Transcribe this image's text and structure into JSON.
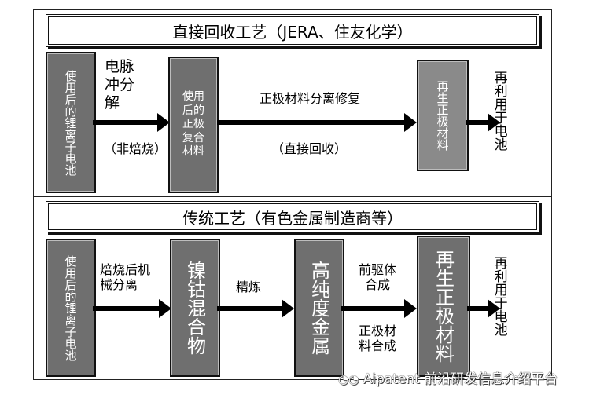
{
  "top": {
    "title": "直接回收工艺（JERA、住友化学）",
    "box_battery": "使用后的锂离子电池",
    "step1": "电脉\n冲分\n解",
    "step1_note": "（非焙烧）",
    "box_composite": "使用\n后的\n正极\n复合\n材料",
    "step2": "正极材料分离修复",
    "step2_note": "（直接回收）",
    "box_regen": "再生正极材料",
    "result": "再利用于电池"
  },
  "bottom": {
    "title": "传统工艺（有色金属制造商等）",
    "box_battery": "使用后的锂离子电池",
    "step1": "焙烧后机\n械分离",
    "box_mixture": "镍钴混合物",
    "box_mixture_dot": "·",
    "step2": "精炼",
    "box_metal": "高纯度金属",
    "step3_top": "前驱体\n合成",
    "step3_bottom": "正极材\n料合成",
    "box_regen": "再生正极材料",
    "result": "再利用于电池"
  },
  "watermark": "Aipatent 前沿研发信息介绍平台"
}
